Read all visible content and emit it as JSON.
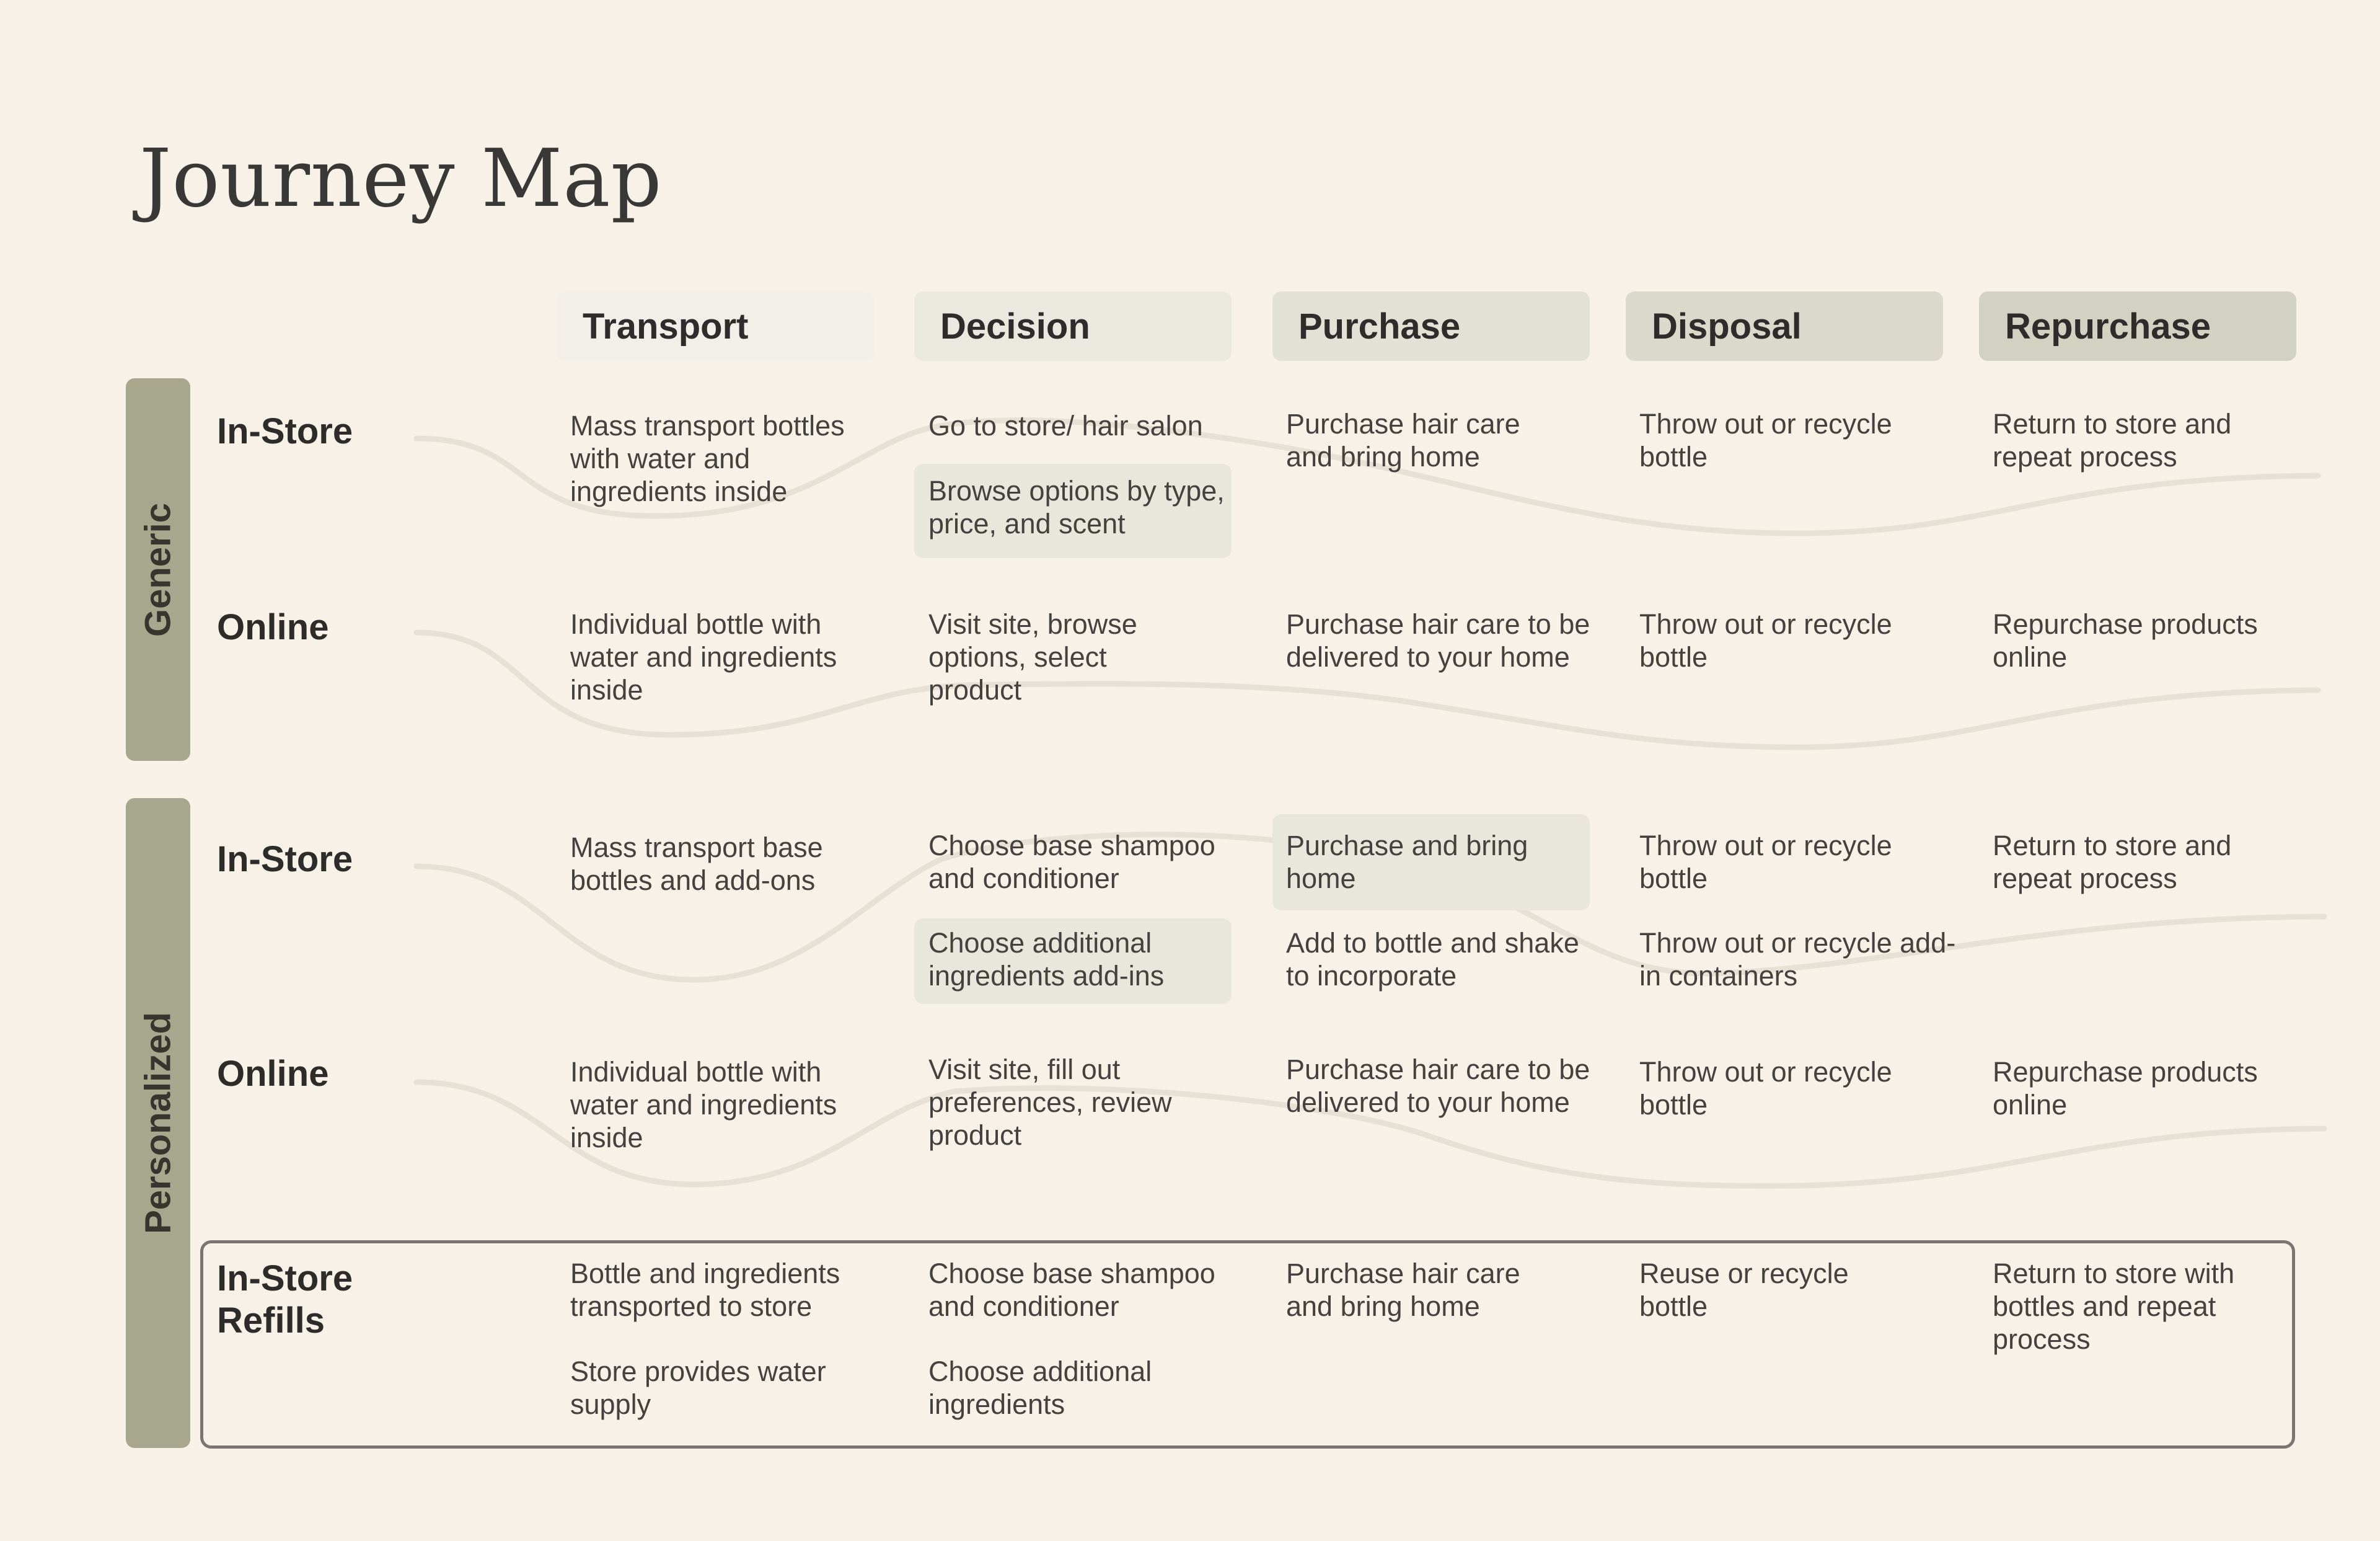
{
  "title": "Journey Map",
  "colors": {
    "background": "#f8f1e7",
    "group_bar": "#a6a78c",
    "highlight": "#e9e6dc",
    "refill_border": "#7b7472",
    "curve": "#e6e1d4"
  },
  "stages": [
    "Transport",
    "Decision",
    "Purchase",
    "Disposal",
    "Repurchase"
  ],
  "groups": [
    "Generic",
    "Personalized"
  ],
  "rows": {
    "generic_instore": {
      "label": "In-Store",
      "transport": "Mass transport bottles with water and ingredients inside",
      "decision": "Go to store/ hair salon",
      "decision2": "Browse options by type, price, and scent",
      "purchase": "Purchase hair care and bring home",
      "disposal": "Throw out or recycle bottle",
      "repurchase": "Return to store and repeat process"
    },
    "generic_online": {
      "label": "Online",
      "transport": "Individual bottle with water and ingredients inside",
      "decision": "Visit site, browse options, select product",
      "purchase": "Purchase hair care to be delivered to your home",
      "disposal": "Throw out or recycle bottle",
      "repurchase": "Repurchase products online"
    },
    "personal_instore": {
      "label": "In-Store",
      "transport": "Mass transport base bottles and add-ons",
      "decision": "Choose base shampoo and conditioner",
      "decision2": "Choose additional ingredients add-ins",
      "purchase": "Purchase and bring home",
      "purchase2": "Add to bottle and shake to incorporate",
      "disposal": "Throw out or recycle bottle",
      "disposal2": "Throw out or recycle add-in containers",
      "repurchase": "Return to store and repeat process"
    },
    "personal_online": {
      "label": "Online",
      "transport": "Individual bottle with water and ingredients inside",
      "decision": "Visit site, fill out preferences, review product",
      "purchase": "Purchase hair care to be delivered to your home",
      "disposal": "Throw out or recycle bottle",
      "repurchase": "Repurchase products online"
    },
    "refills": {
      "label": "In-Store Refills",
      "transport": "Bottle and ingredients transported to store",
      "transport2": "Store provides water supply",
      "decision": "Choose base shampoo and conditioner",
      "decision2": "Choose additional ingredients",
      "purchase": "Purchase hair care and bring home",
      "disposal": "Reuse or recycle bottle",
      "repurchase": "Return to store with bottles and repeat process"
    }
  }
}
